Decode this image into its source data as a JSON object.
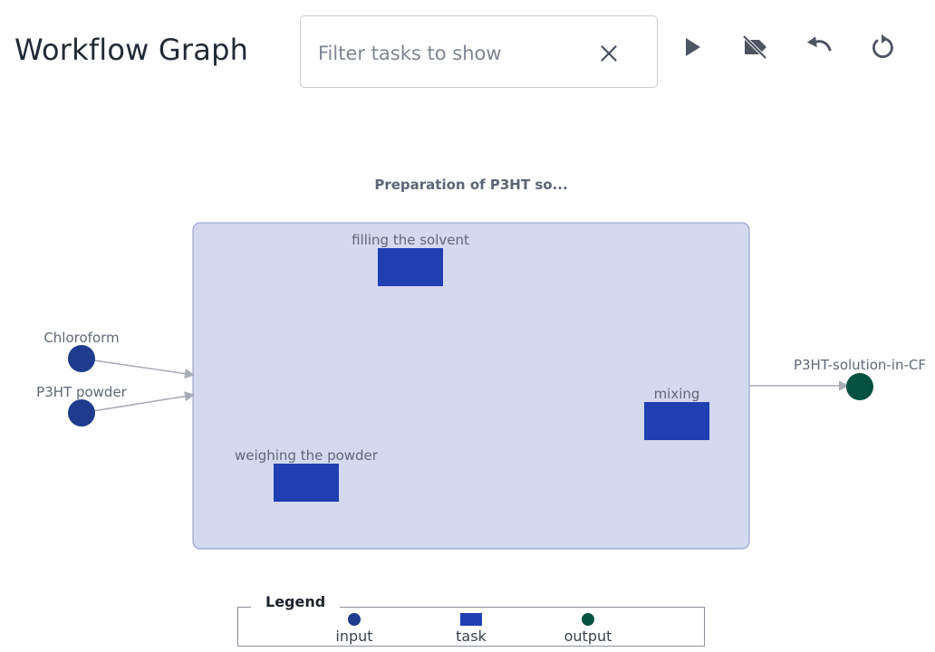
{
  "header": {
    "title": "Workflow Graph",
    "filter_placeholder": "Filter tasks to show",
    "filter_value": ""
  },
  "toolbar": {
    "buttons": [
      {
        "icon": "play-icon",
        "action": "run"
      },
      {
        "icon": "label-off-icon",
        "action": "hide-labels"
      },
      {
        "icon": "undo-icon",
        "action": "undo"
      },
      {
        "icon": "reset-icon",
        "action": "reset"
      }
    ]
  },
  "graph": {
    "workflow_title": "Preparation of P3HT so...",
    "inputs": [
      {
        "label": "Chloroform"
      },
      {
        "label": "P3HT powder"
      }
    ],
    "tasks": [
      {
        "label": "filling the solvent"
      },
      {
        "label": "weighing the powder"
      },
      {
        "label": "mixing"
      }
    ],
    "outputs": [
      {
        "label": "P3HT-solution-in-CF"
      }
    ]
  },
  "legend": {
    "title": "Legend",
    "items": [
      {
        "label": "input",
        "shape": "circle",
        "color": "#1f3b8e"
      },
      {
        "label": "task",
        "shape": "rect",
        "color": "#1f3fb3"
      },
      {
        "label": "output",
        "shape": "circle",
        "color": "#06513f"
      }
    ]
  },
  "colors": {
    "input": "#1f3b8e",
    "task": "#1f3fb3",
    "output": "#06513f",
    "group_fill": "#d3d9ee",
    "group_border": "#9aa6cf",
    "edge": "#a7acb5"
  }
}
